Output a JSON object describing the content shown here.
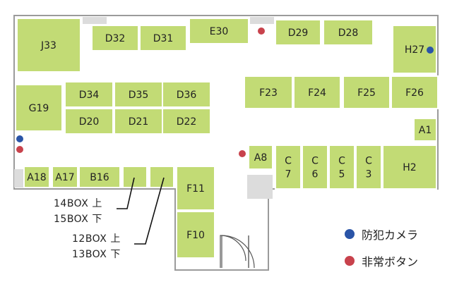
{
  "colors": {
    "booth": "#c2db75",
    "wall": "#9b9b9b",
    "pillar": "#dcdcdc",
    "camera": "#2a54a7",
    "emergency": "#c8424c"
  },
  "booths": [
    {
      "id": "J33",
      "label": "J33"
    },
    {
      "id": "D32",
      "label": "D32"
    },
    {
      "id": "D31",
      "label": "D31"
    },
    {
      "id": "E30",
      "label": "E30"
    },
    {
      "id": "D29",
      "label": "D29"
    },
    {
      "id": "D28",
      "label": "D28"
    },
    {
      "id": "H27",
      "label": "H27"
    },
    {
      "id": "G19",
      "label": "G19"
    },
    {
      "id": "D34",
      "label": "D34"
    },
    {
      "id": "D35",
      "label": "D35"
    },
    {
      "id": "D36",
      "label": "D36"
    },
    {
      "id": "D20",
      "label": "D20"
    },
    {
      "id": "D21",
      "label": "D21"
    },
    {
      "id": "D22",
      "label": "D22"
    },
    {
      "id": "F23",
      "label": "F23"
    },
    {
      "id": "F24",
      "label": "F24"
    },
    {
      "id": "F25",
      "label": "F25"
    },
    {
      "id": "F26",
      "label": "F26"
    },
    {
      "id": "A1",
      "label": "A1"
    },
    {
      "id": "A18",
      "label": "A18"
    },
    {
      "id": "A17",
      "label": "A17"
    },
    {
      "id": "B16",
      "label": "B16"
    },
    {
      "id": "BOX14",
      "label": ""
    },
    {
      "id": "BOX12",
      "label": ""
    },
    {
      "id": "F11",
      "label": "F11"
    },
    {
      "id": "F10",
      "label": "F10"
    },
    {
      "id": "A8",
      "label": "A8"
    },
    {
      "id": "C7",
      "label": "C\n7"
    },
    {
      "id": "C6",
      "label": "C\n6"
    },
    {
      "id": "C5",
      "label": "C\n5"
    },
    {
      "id": "C3",
      "label": "C\n3"
    },
    {
      "id": "H2",
      "label": "H2"
    }
  ],
  "notes": {
    "box14_line1": "14BOX 上",
    "box14_line2": "15BOX 下",
    "box12_line1": "12BOX 上",
    "box12_line2": "13BOX 下"
  },
  "legend": {
    "camera_label": "防犯カメラ",
    "emergency_label": "非常ボタン"
  }
}
